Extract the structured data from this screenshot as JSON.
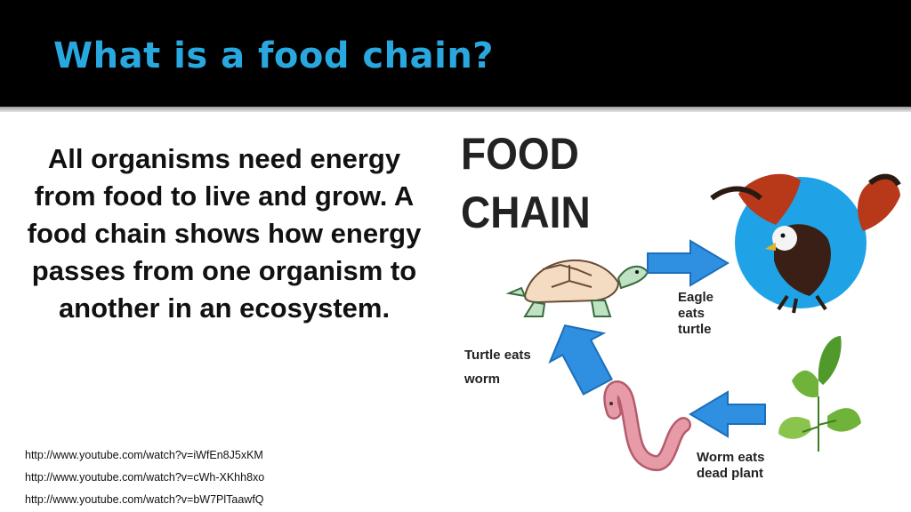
{
  "slide": {
    "title": "What is a food chain?",
    "body": "All organisms need energy from food to live and grow. A food chain shows how energy passes from one organism to another in an ecosystem.",
    "links": [
      "http://www.youtube.com/watch?v=iWfEn8J5xKM",
      "http://www.youtube.com/watch?v=cWh-XKhh8xo",
      "http://www.youtube.com/watch?v=bW7PlTaawfQ"
    ]
  },
  "diagram": {
    "title_line1": "FOOD",
    "title_line2": "CHAIN",
    "caption_eagle": [
      "Eagle",
      "eats",
      "turtle"
    ],
    "caption_turtle_line1": "Turtle eats",
    "caption_turtle_line2": "worm",
    "caption_worm": [
      "Worm eats",
      "dead plant"
    ],
    "icons": [
      "turtle-icon",
      "eagle-icon",
      "worm-icon",
      "plant-icon",
      "arrow-icon"
    ],
    "colors": {
      "title": "#29a8e0",
      "arrow": "#2f8fe0",
      "eagle_circle": "#1fa3e6",
      "turtle_shell": "#f3dcc2",
      "turtle_skin": "#bfe2c3",
      "worm": "#e79aa8",
      "plant": "#6fb33a"
    }
  }
}
